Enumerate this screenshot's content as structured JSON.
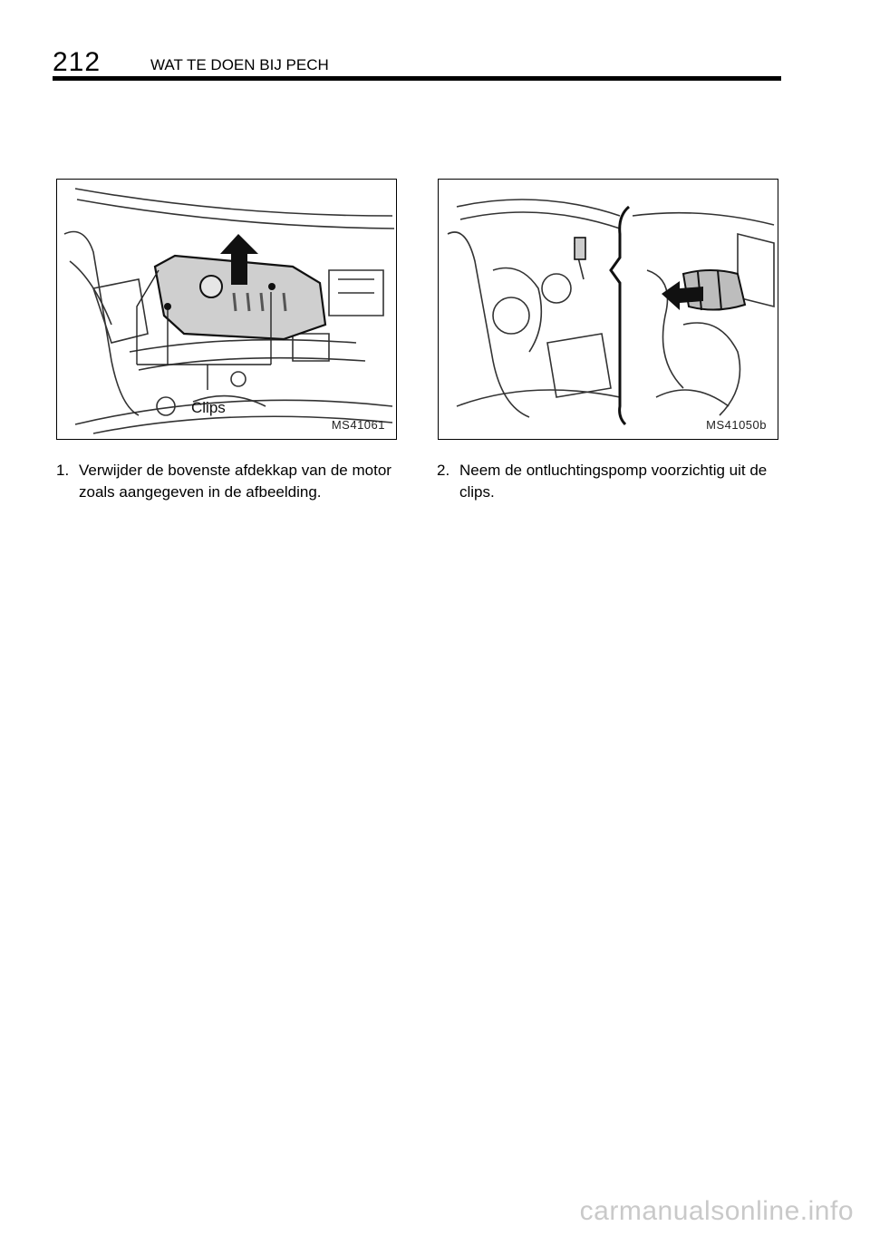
{
  "header": {
    "page_number": "212",
    "title": "WAT TE DOEN BIJ PECH"
  },
  "figures": [
    {
      "code": "MS41061",
      "label": "Clips"
    },
    {
      "code": "MS41050b"
    }
  ],
  "steps": [
    {
      "number": "1.",
      "text": "Verwijder de bovenste afdekkap van de motor zoals aangegeven in de afbeelding."
    },
    {
      "number": "2.",
      "text": "Neem de ontluchtingspomp voorzichtig uit de clips."
    }
  ],
  "footer": {
    "watermark": "carmanualsonline.info"
  }
}
